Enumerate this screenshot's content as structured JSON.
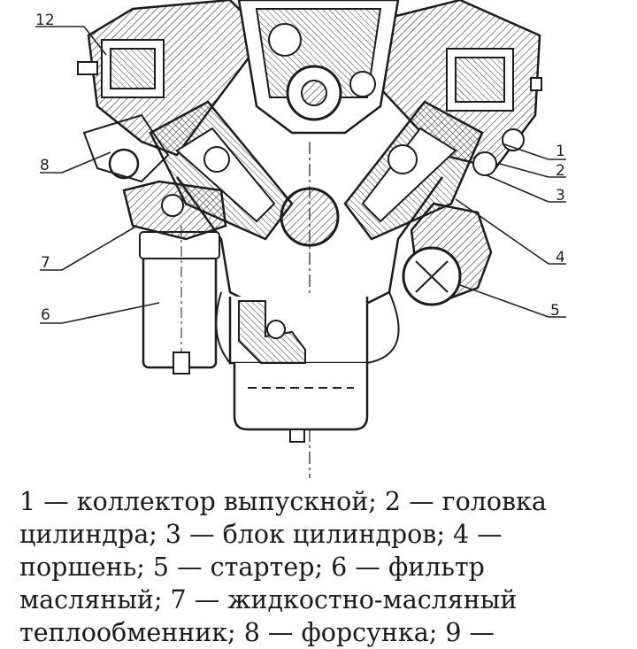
{
  "figure": {
    "callouts": [
      {
        "num": "12"
      },
      {
        "num": "8"
      },
      {
        "num": "7"
      },
      {
        "num": "6"
      },
      {
        "num": "1"
      },
      {
        "num": "2"
      },
      {
        "num": "3"
      },
      {
        "num": "4"
      },
      {
        "num": "5"
      }
    ],
    "line_color": "#1c1c1c",
    "hatch_color": "#333333"
  },
  "caption": {
    "text": "1 — коллектор выпускной; 2 — головка цилиндра; 3 — блок цилиндров; 4 — поршень; 5 — стартер; 6 — фильтр масляный; 7 — жидкостно-масляный теплообменник; 8 — форсунка; 9 —"
  }
}
